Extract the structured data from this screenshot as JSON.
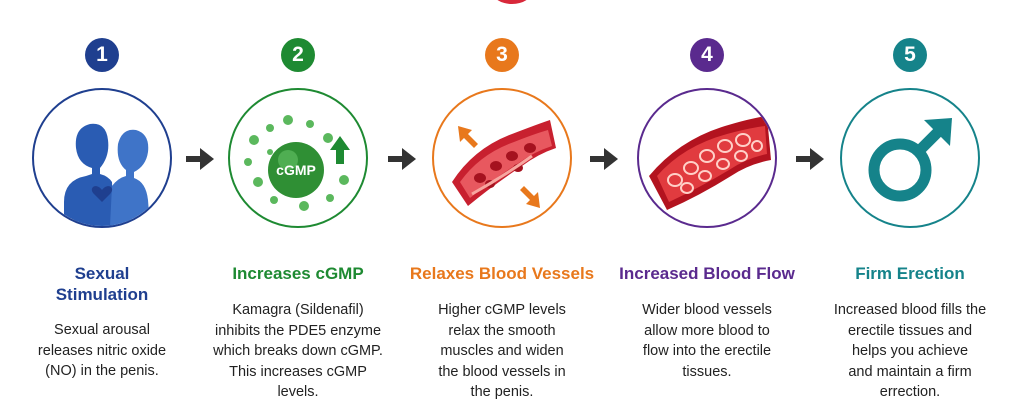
{
  "colors": {
    "step1": "#1f3f8f",
    "step2": "#1e8a32",
    "step3": "#e8781c",
    "step4": "#5a2a8e",
    "step5": "#15838a",
    "arrow": "#333333",
    "top_mark": "#d8283a"
  },
  "steps": [
    {
      "number": "1",
      "title": "Sexual\nStimulation",
      "description": "Sexual arousal\nreleases nitric oxide\n(NO) in the penis.",
      "icon": "couple-heart-icon"
    },
    {
      "number": "2",
      "title": "Increases cGMP",
      "description": "Kamagra (Sildenafil)\ninhibits the PDE5 enzyme\nwhich breaks down cGMP.\nThis increases cGMP\nlevels.",
      "icon": "cgmp-molecule-icon",
      "icon_label": "cGMP"
    },
    {
      "number": "3",
      "title": "Relaxes Blood Vessels",
      "description": "Higher cGMP levels\nrelax the smooth\nmuscles and widen\nthe blood vessels in\nthe penis.",
      "icon": "relaxed-blood-vessel-icon"
    },
    {
      "number": "4",
      "title": "Increased Blood Flow",
      "description": "Wider blood vessels\nallow more blood to\nflow into the erectile\ntissues.",
      "icon": "blood-flow-vessel-icon"
    },
    {
      "number": "5",
      "title": "Firm Erection",
      "description": "Increased blood fills the\nerectile tissues and\nhelps you achieve\nand maintain a firm\nerrection.",
      "icon": "male-symbol-icon"
    }
  ],
  "arrows": [
    "right-arrow-icon",
    "right-arrow-icon",
    "right-arrow-icon",
    "right-arrow-icon"
  ]
}
